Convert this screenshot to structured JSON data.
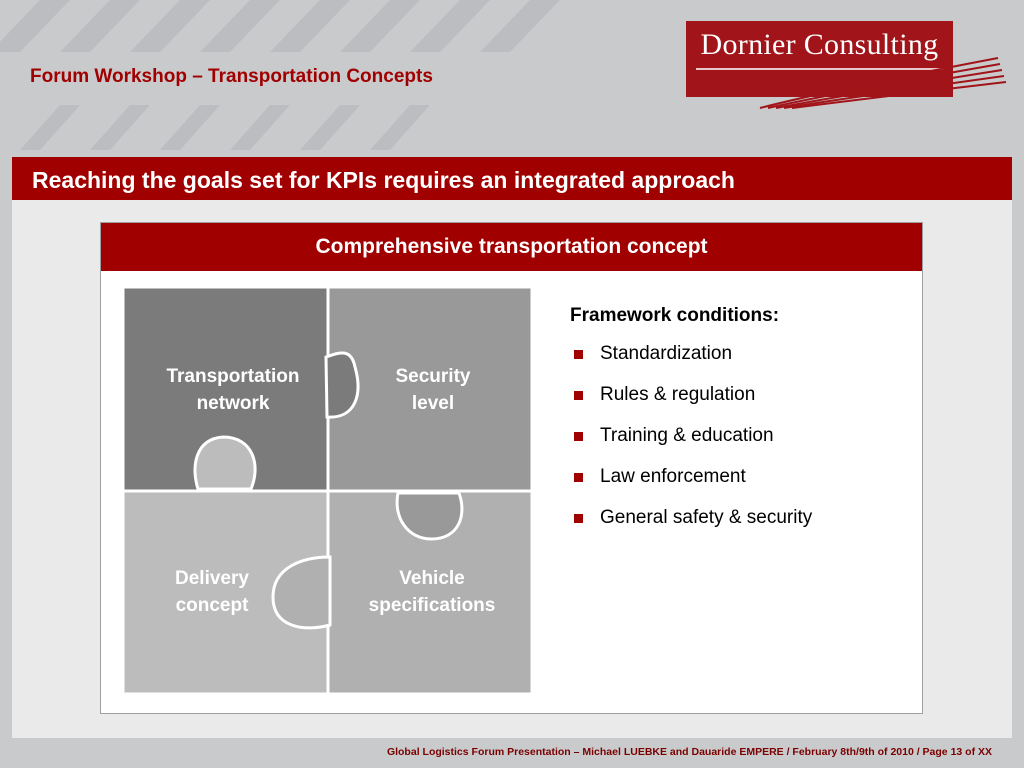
{
  "header": {
    "workshop_title": "Forum Workshop – Transportation Concepts",
    "logo_text": "Dornier Consulting"
  },
  "headline": "Reaching the goals set for KPIs requires an integrated approach",
  "concept": {
    "title": "Comprehensive transportation concept",
    "pieces": [
      {
        "line1": "Transportation",
        "line2": "network"
      },
      {
        "line1": "Security",
        "line2": "level"
      },
      {
        "line1": "Delivery",
        "line2": "concept"
      },
      {
        "line1": "Vehicle",
        "line2": "specifications"
      }
    ],
    "colors": {
      "piece_dark": "#7b7b7b",
      "piece_medium": "#999999",
      "piece_light": "#bcbcbc",
      "piece_light2": "#b0b0b0"
    }
  },
  "framework": {
    "heading": "Framework conditions:",
    "items": [
      "Standardization",
      "Rules & regulation",
      "Training & education",
      "Law enforcement",
      "General safety & security"
    ]
  },
  "footer": "Global Logistics Forum Presentation – Michael LUEBKE and Dauaride EMPERE / February 8th/9th of 2010 / Page 13 of XX",
  "theme": {
    "accent": "#a10000",
    "background": "#c9cacc"
  }
}
